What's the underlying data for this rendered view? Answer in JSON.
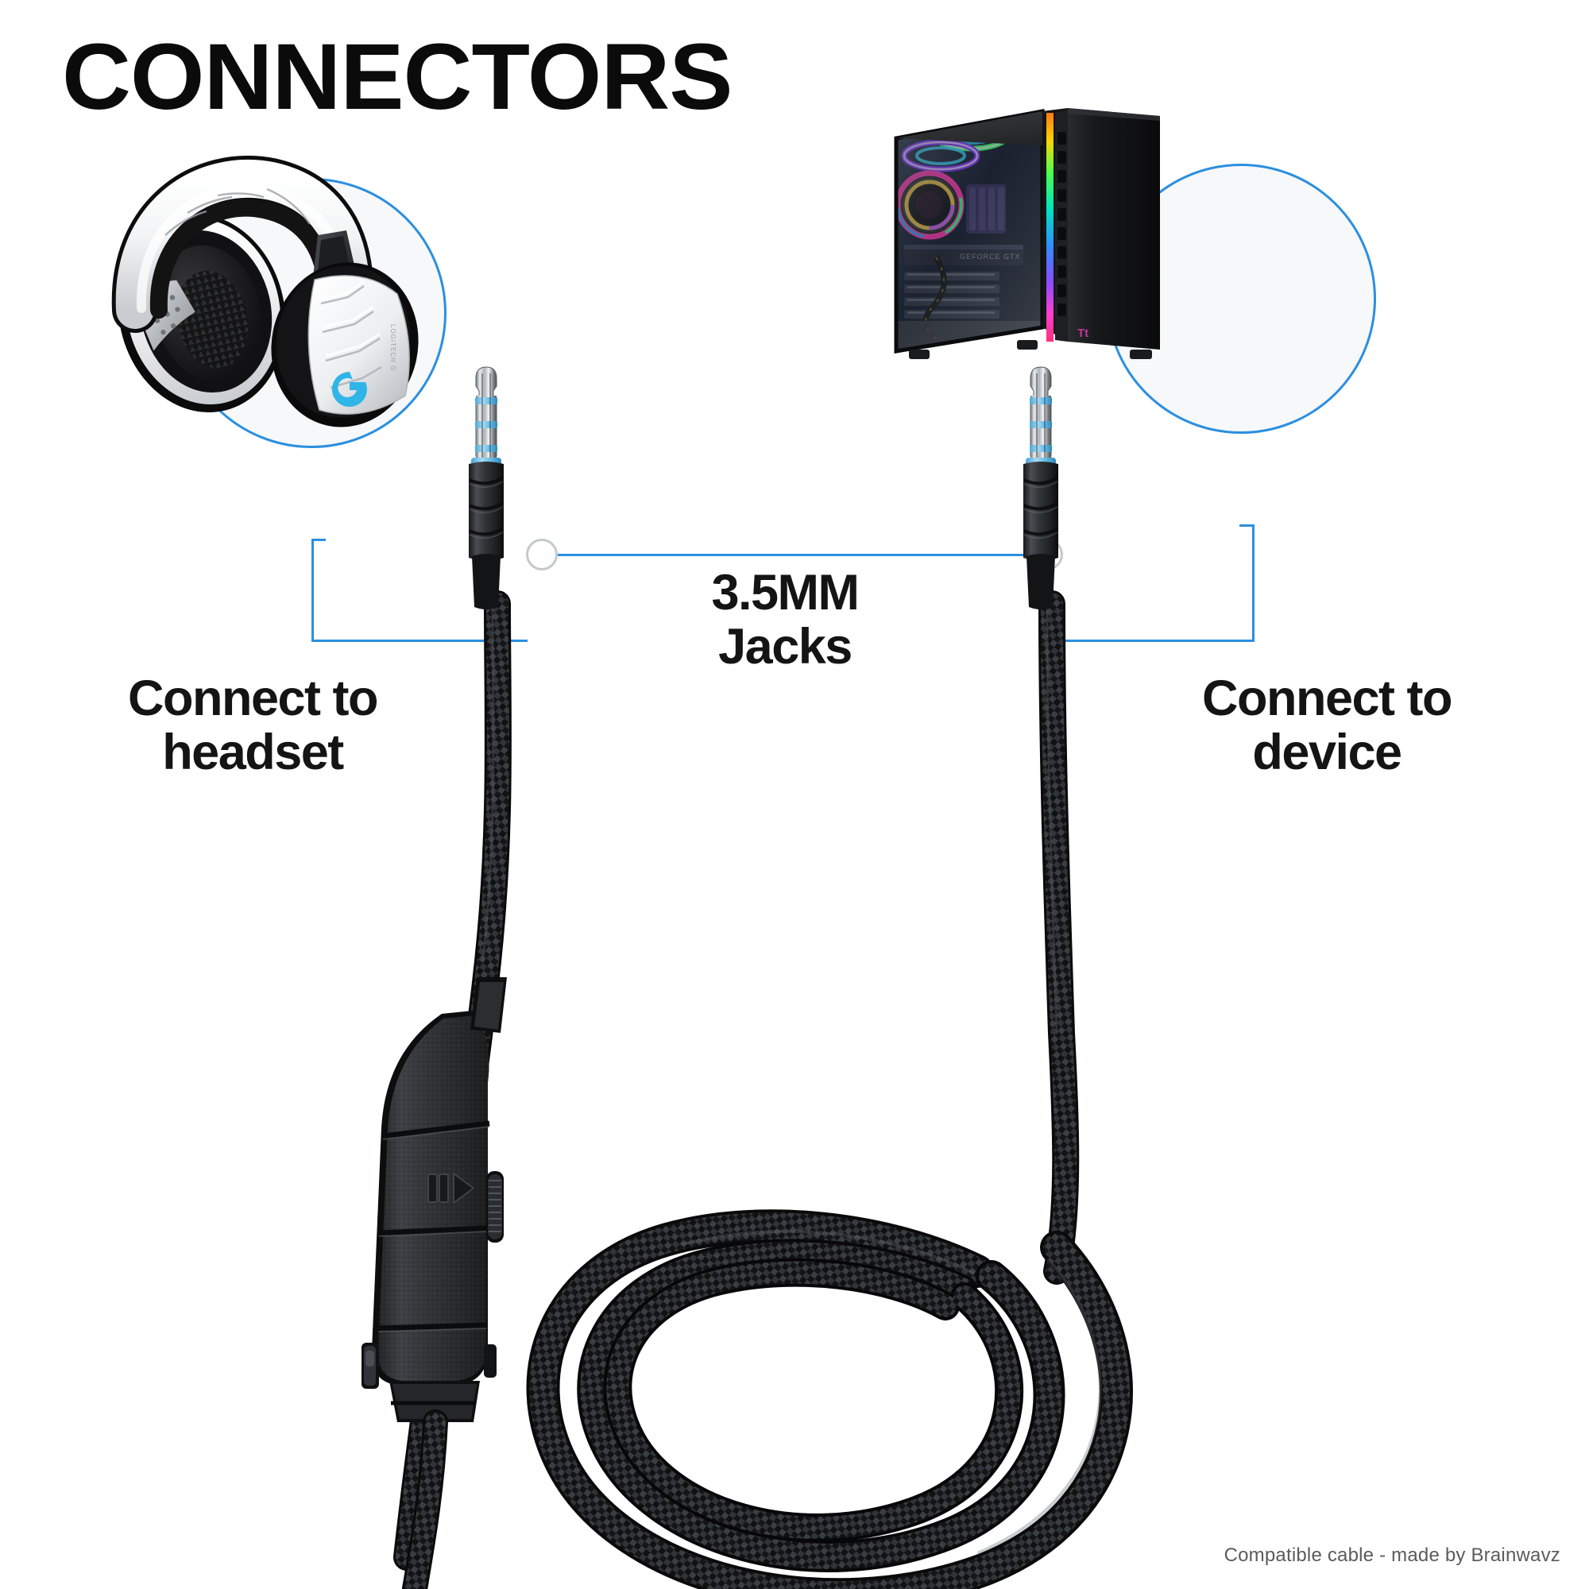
{
  "page": {
    "title": "CONNECTORS",
    "background_color": "#ffffff",
    "accent_color": "#2b8fe0",
    "text_color": "#0b0b0b",
    "footer_color": "#5b5b5b"
  },
  "callouts": {
    "left": {
      "label_line1": "Connect to",
      "label_line2": "headset",
      "subject": "gaming-headset",
      "subject_description": "White Logitech G gaming headset"
    },
    "center": {
      "label_line1": "3.5MM",
      "label_line2": "Jacks",
      "subject": "3.5mm-trrs-jacks"
    },
    "right": {
      "label_line1": "Connect to",
      "label_line2": "device",
      "subject": "desktop-pc-tower",
      "subject_description": "Black RGB gaming PC tower with glass side panel"
    }
  },
  "product": {
    "cable_type": "braided-nylon",
    "inline_control_icon": "play-pause-icon",
    "volume_wheel": "volume-wheel",
    "mic_mute_switch": "mic-mute-switch",
    "jack_rings": 3,
    "jack_ring_color": "#7ec8ef"
  },
  "footer": {
    "note": "Compatible cable - made by Brainwavz"
  },
  "icons": {
    "logitech_g": "logitech-g-logo",
    "thermaltake": "thermaltake-logo"
  }
}
